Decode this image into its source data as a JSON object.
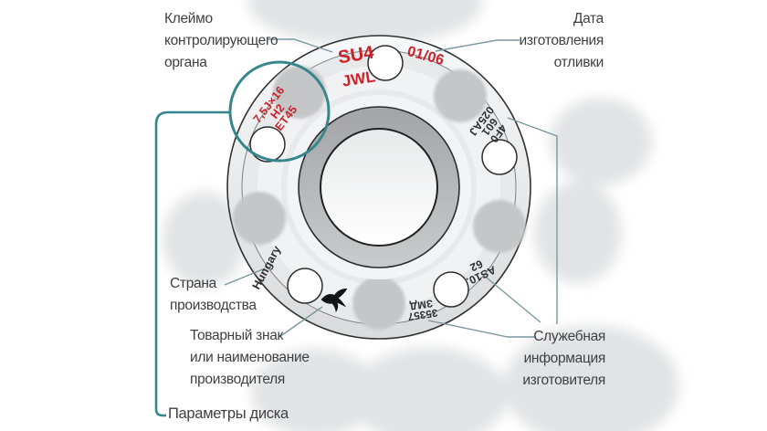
{
  "labels": {
    "control_mark": [
      "Клеймо",
      "контролирующего",
      "органа"
    ],
    "casting_date": [
      "Дата",
      "изготовления",
      "отливки"
    ],
    "country": [
      "Страна",
      "производства"
    ],
    "trademark": [
      "Товарный знак",
      "или наименование",
      "производителя"
    ],
    "disc_params": "Параметры диска",
    "service_info": [
      "Служебная",
      "информация",
      "изготовителя"
    ]
  },
  "stamps": {
    "inspection_1": "SU4",
    "inspection_2": "JWL",
    "casting_date": "01/06",
    "disc_params": [
      "7,5J×16",
      "H2",
      "ET45"
    ],
    "part_number": [
      "4F0",
      "601",
      "025AJ"
    ],
    "service_a": [
      "AS10.",
      "62"
    ],
    "service_b": [
      "35357",
      "ЗМД"
    ],
    "country": "Hungary",
    "trademark_icon": "swallow"
  },
  "colors": {
    "accent_red": "#cb2127",
    "accent_teal": "#37868d",
    "connector_line": "#7b98a0",
    "label_text": "#3f4042",
    "stamp_dark": "#2d2e30"
  }
}
